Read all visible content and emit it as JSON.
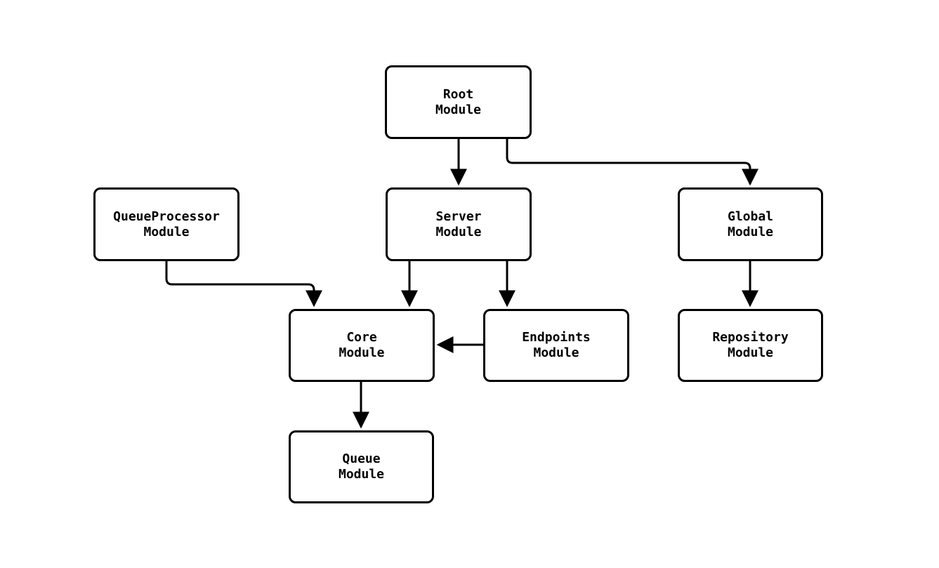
{
  "diagram": {
    "type": "flowchart",
    "colors": {
      "bg": "#ffffff",
      "stroke": "#000000",
      "node-fill": "#ffffff",
      "text": "#000000"
    },
    "nodes": [
      {
        "id": "root",
        "line1": "Root",
        "line2": "Module"
      },
      {
        "id": "queueprocessor",
        "line1": "QueueProcessor",
        "line2": "Module"
      },
      {
        "id": "server",
        "line1": "Server",
        "line2": "Module"
      },
      {
        "id": "global",
        "line1": "Global",
        "line2": "Module"
      },
      {
        "id": "core",
        "line1": "Core",
        "line2": "Module"
      },
      {
        "id": "endpoints",
        "line1": "Endpoints",
        "line2": "Module"
      },
      {
        "id": "repository",
        "line1": "Repository",
        "line2": "Module"
      },
      {
        "id": "queue",
        "line1": "Queue",
        "line2": "Module"
      }
    ],
    "edges": [
      {
        "from": "root",
        "to": "server"
      },
      {
        "from": "root",
        "to": "global"
      },
      {
        "from": "queueprocessor",
        "to": "core"
      },
      {
        "from": "server",
        "to": "core"
      },
      {
        "from": "server",
        "to": "endpoints"
      },
      {
        "from": "endpoints",
        "to": "core"
      },
      {
        "from": "global",
        "to": "repository"
      },
      {
        "from": "core",
        "to": "queue"
      }
    ]
  }
}
